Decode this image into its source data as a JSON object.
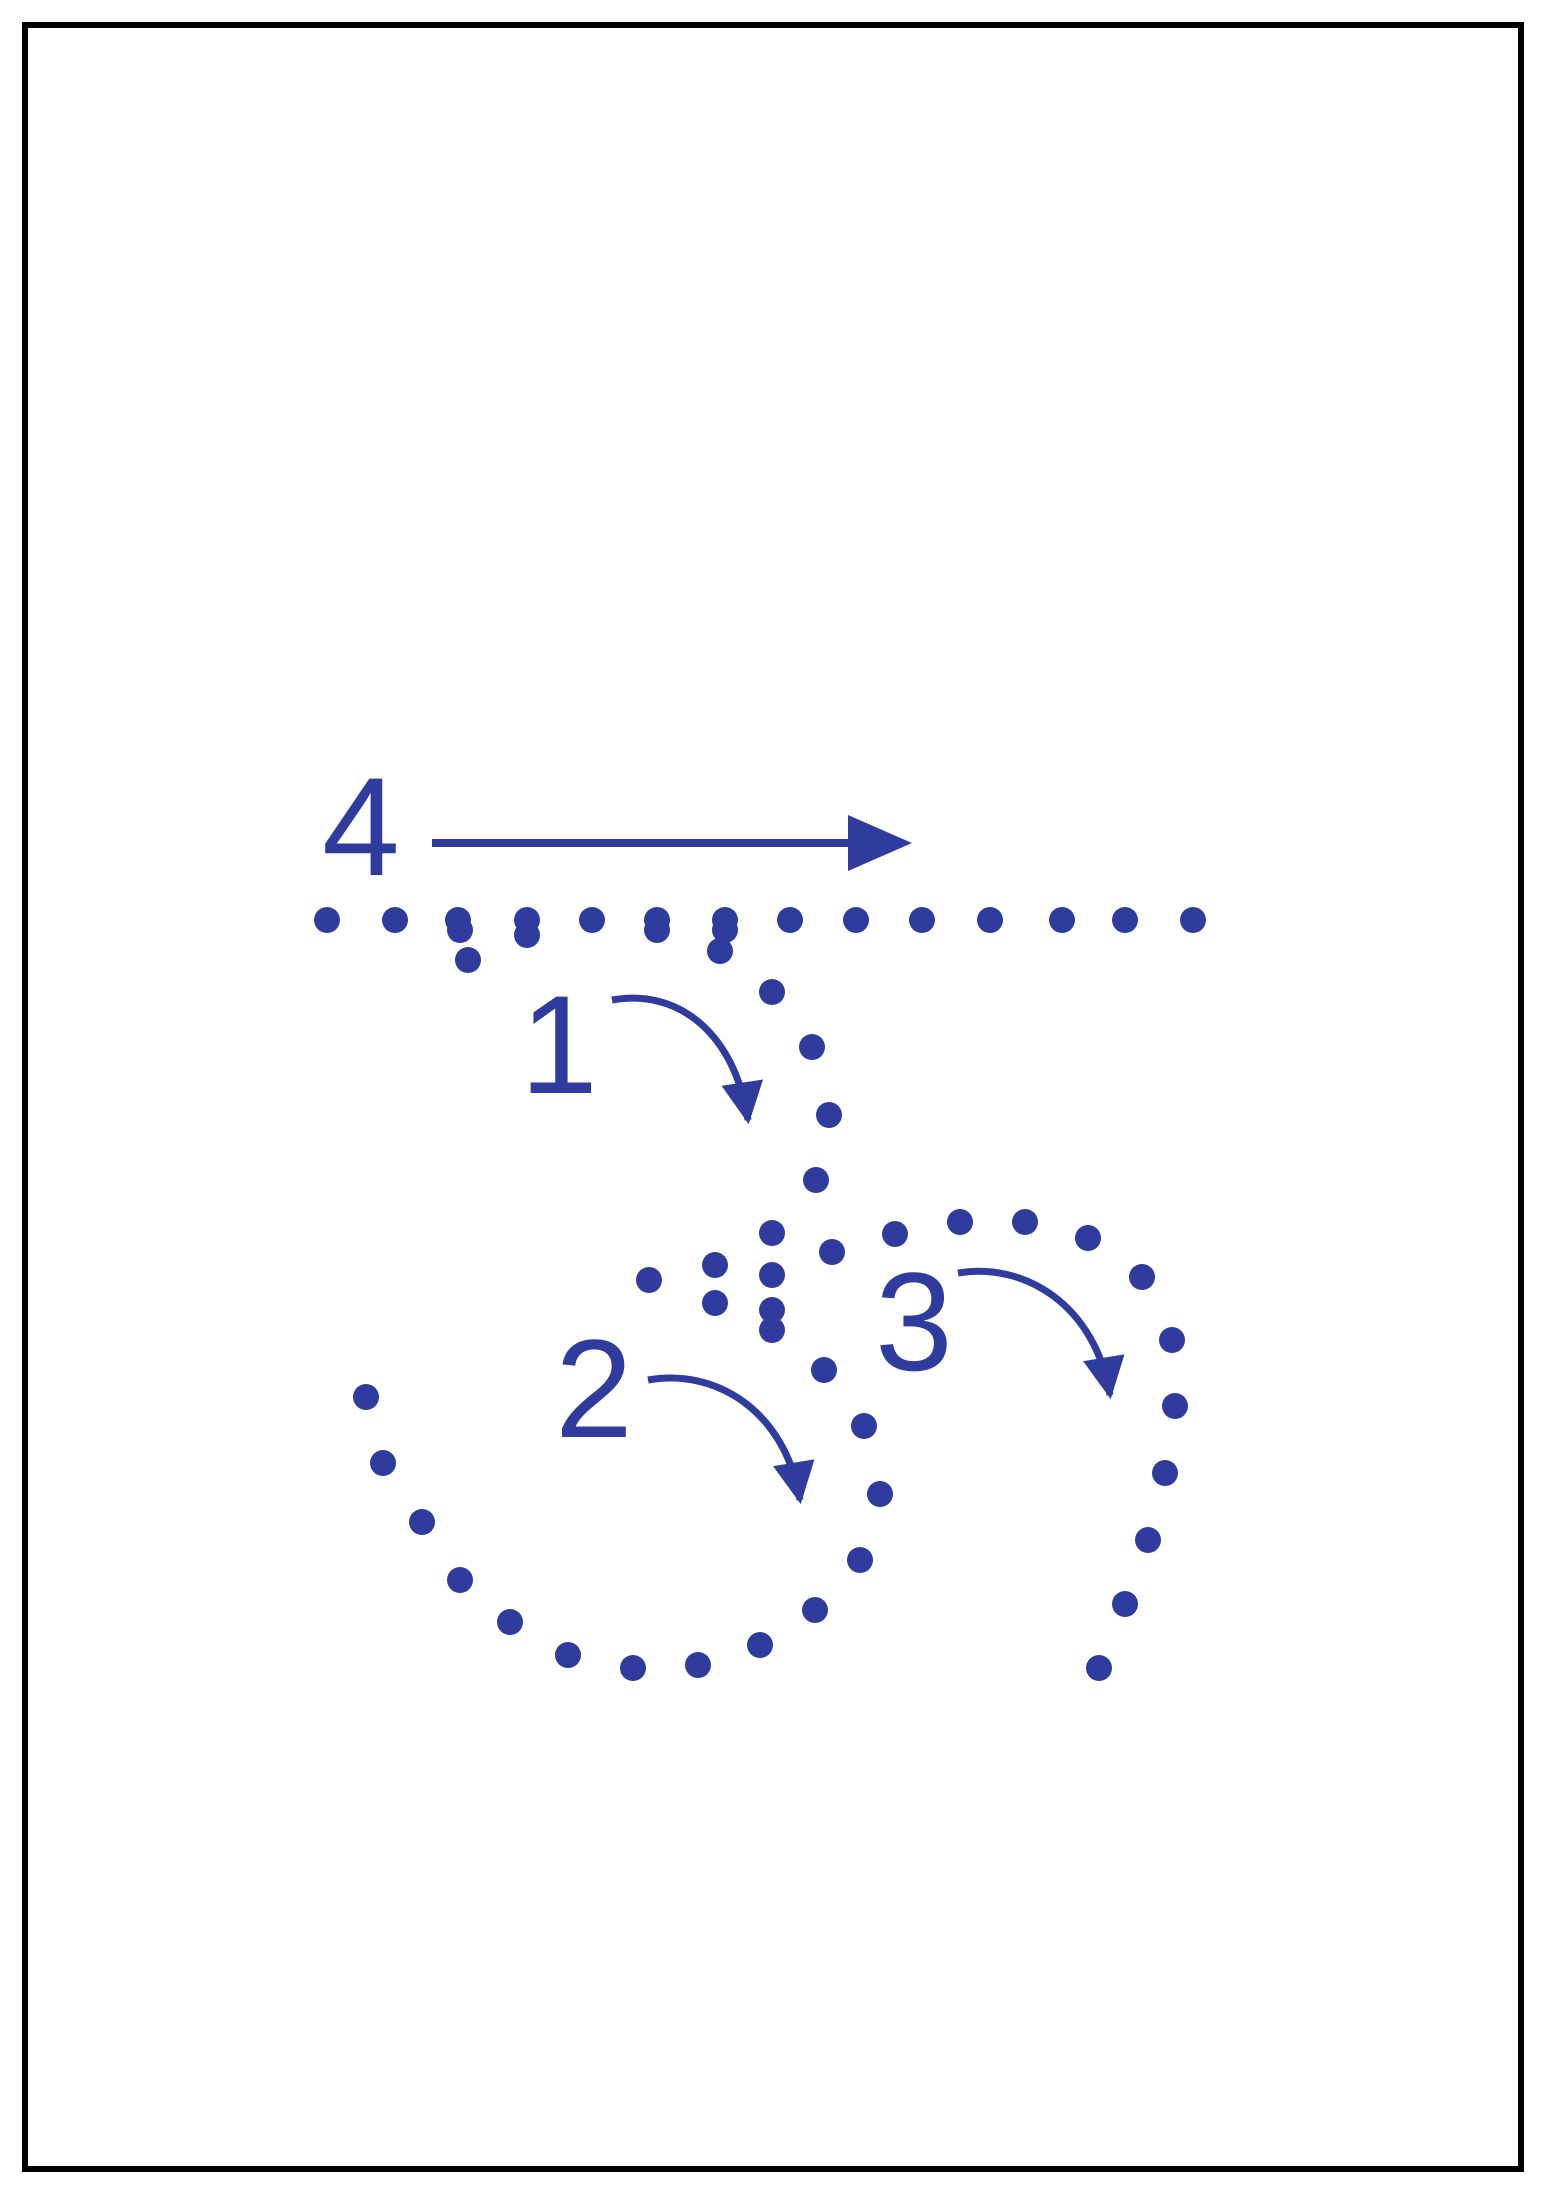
{
  "colors": {
    "ink": "#2f3c9e",
    "border": "#000000",
    "background": "#ffffff"
  },
  "steps": [
    {
      "number": "4",
      "direction": "arrow-right"
    },
    {
      "number": "1",
      "direction": "curved-arrow-down"
    },
    {
      "number": "2",
      "direction": "curved-arrow-down"
    },
    {
      "number": "3",
      "direction": "curved-arrow-down"
    }
  ]
}
